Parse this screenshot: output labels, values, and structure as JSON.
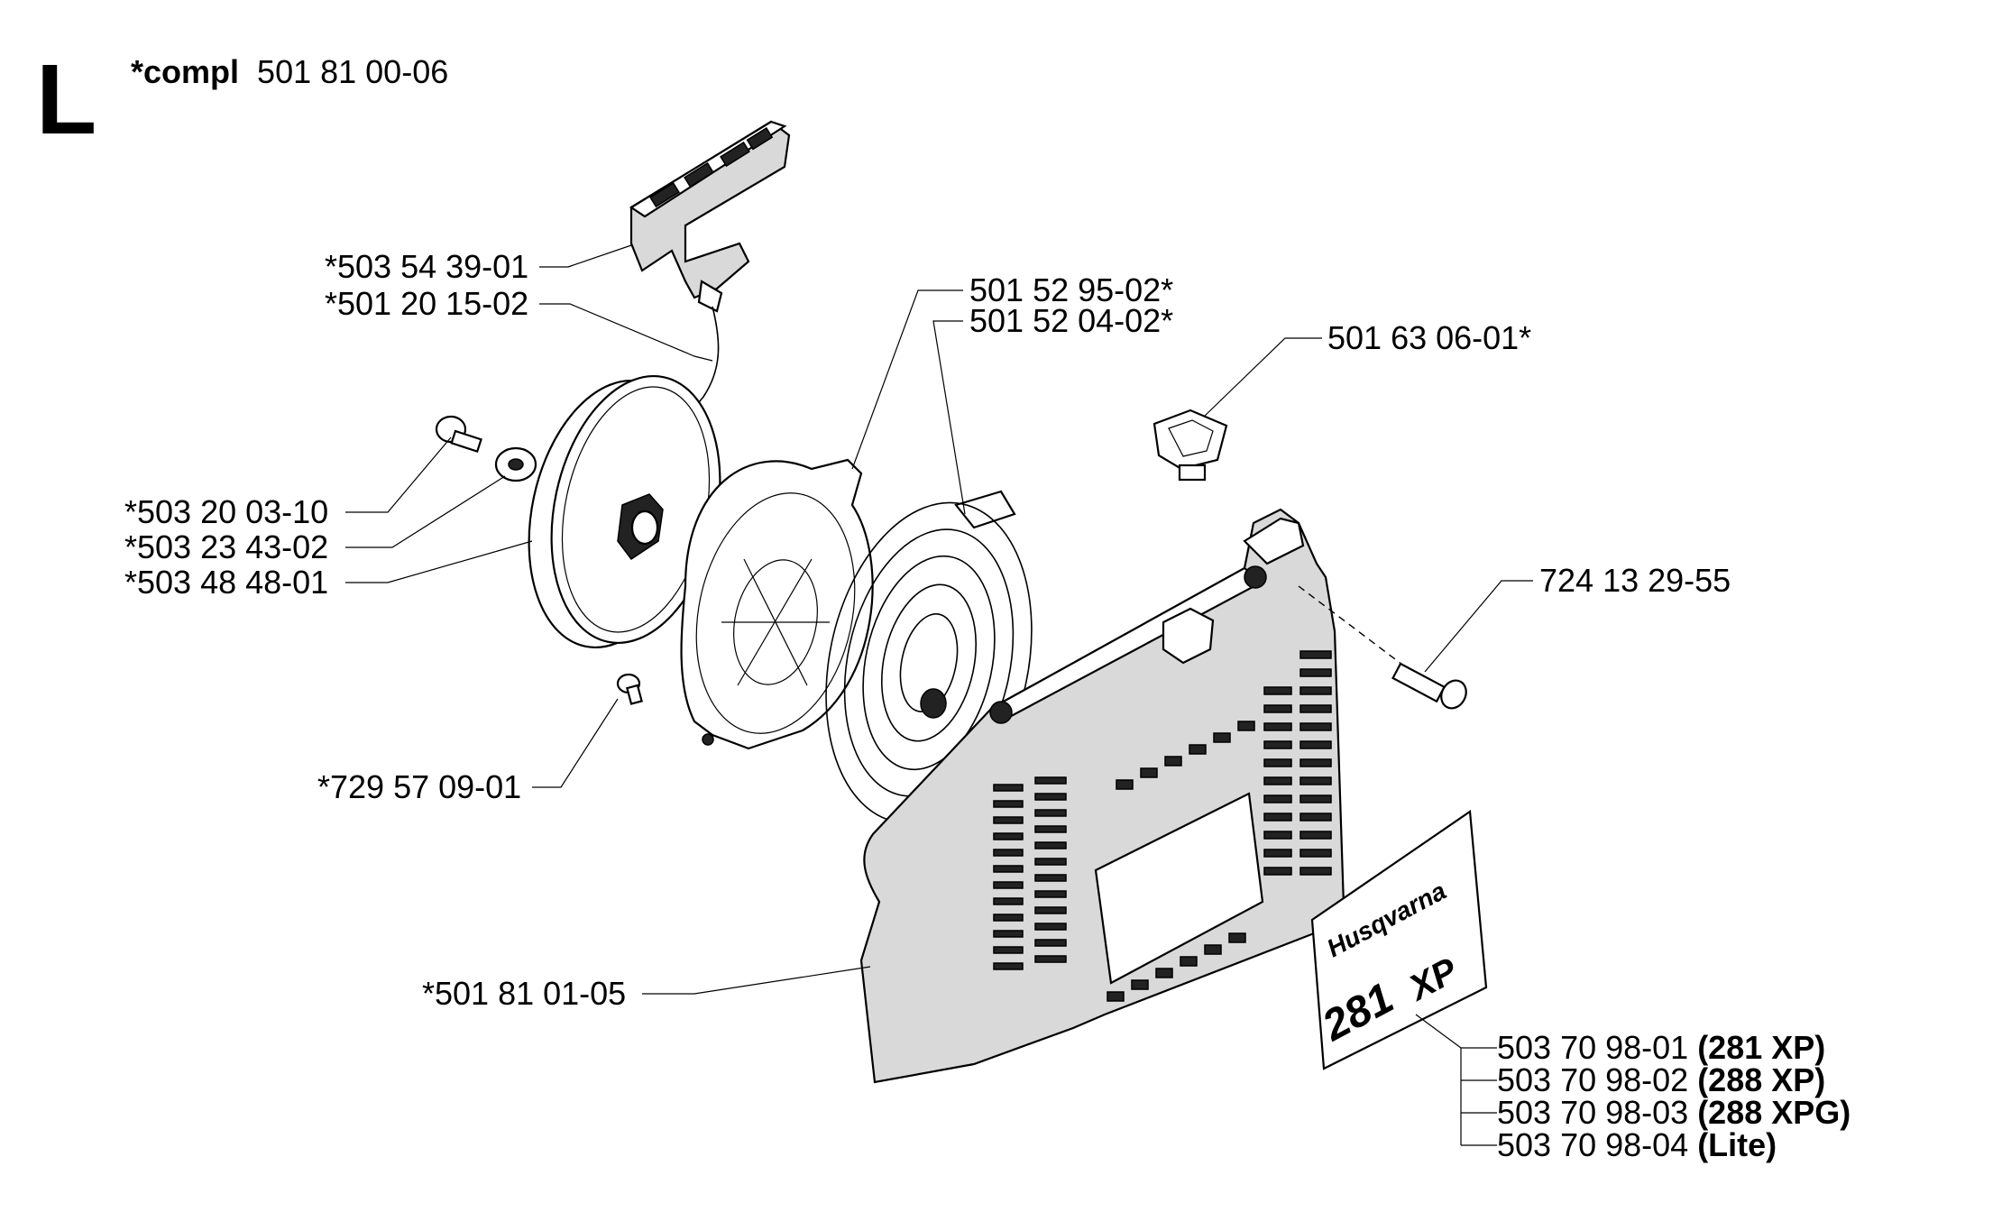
{
  "section_letter": "L",
  "kit": {
    "prefix": "*compl",
    "number": "501 81 00-06"
  },
  "callouts": {
    "handle": "*503 54 39-01",
    "rope": "*501 20 15-02",
    "screw": "*503 20 03-10",
    "washer": "*503 23 43-02",
    "pulley": "*503 48 48-01",
    "spring_screw": "*729 57 09-01",
    "cover": "*501 81 01-05",
    "spring_cassette": "501 52 95-02*",
    "spring": "501 52 04-02*",
    "plug": "501 63 06-01*",
    "cover_screw": "724 13 29-55"
  },
  "decals": [
    {
      "number": "503 70 98-01",
      "model": "(281 XP)"
    },
    {
      "number": "503 70 98-02",
      "model": "(288 XP)"
    },
    {
      "number": "503 70 98-03",
      "model": "(288 XPG)"
    },
    {
      "number": "503 70 98-04",
      "model": "(Lite)"
    }
  ],
  "decal_art": {
    "brand": "Husqvarna",
    "model_number": "281",
    "model_suffix": "XP"
  }
}
